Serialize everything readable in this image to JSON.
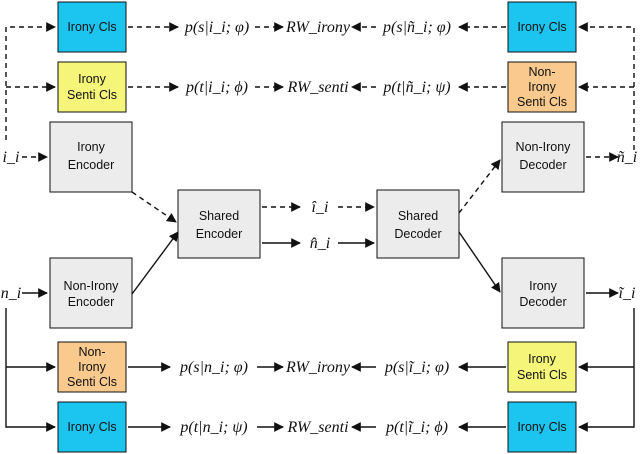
{
  "colors": {
    "cyan": "#1cc5f0",
    "yellow": "#f5f57a",
    "orange": "#f9c98d",
    "gray": "#ececec",
    "stroke": "#111111"
  },
  "boxes": {
    "irony_cls_top_left": [
      "Irony Cls"
    ],
    "irony_senti_cls_left": [
      "Irony",
      "Senti Cls"
    ],
    "irony_encoder": [
      "Irony",
      "Encoder"
    ],
    "non_irony_encoder": [
      "Non-Irony",
      "Encoder"
    ],
    "shared_encoder": [
      "Shared",
      "Encoder"
    ],
    "shared_decoder": [
      "Shared",
      "Decoder"
    ],
    "non_irony_decoder": [
      "Non-Irony",
      "Decoder"
    ],
    "irony_decoder": [
      "Irony",
      "Decoder"
    ],
    "irony_cls_top_right": [
      "Irony Cls"
    ],
    "non_irony_senti_cls_right": [
      "Non-",
      "Irony",
      "Senti Cls"
    ],
    "non_irony_senti_cls_left": [
      "Non-",
      "Irony",
      "Senti Cls"
    ],
    "irony_senti_cls_right": [
      "Irony",
      "Senti Cls"
    ],
    "irony_cls_bottom_left": [
      "Irony Cls"
    ],
    "irony_cls_bottom_right": [
      "Irony Cls"
    ]
  },
  "formulas": {
    "row1_left": "p(s|i_i; φ)",
    "row1_center": "RW_irony",
    "row1_right": "p(s|ñ_i; φ)",
    "row2_left": "p(t|i_i; ϕ)",
    "row2_center": "RW_senti",
    "row2_right": "p(t|ñ_i; ψ)",
    "row3_left": "p(s|n_i; φ)",
    "row3_center": "RW_irony",
    "row3_right": "p(s|ĩ_i; φ)",
    "row4_left": "p(t|n_i; ψ)",
    "row4_center": "RW_senti",
    "row4_right": "p(t|ĩ_i; ϕ)"
  },
  "variables": {
    "input_irony": "i_i",
    "input_non_irony": "n_i",
    "hat_i": "î_i",
    "hat_n": "n̂_i",
    "out_tilde_n": "ñ_i",
    "out_tilde_i": "ĩ_i"
  }
}
